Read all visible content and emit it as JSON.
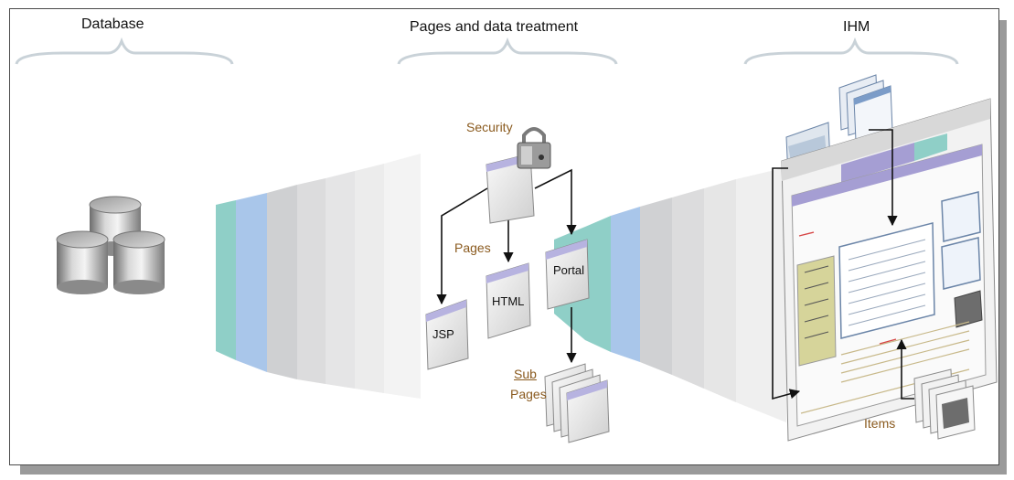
{
  "headings": {
    "database": "Database",
    "pages": "Pages and data treatment",
    "ihm": "IHM"
  },
  "labels": {
    "security": "Security",
    "pages": "Pages",
    "sub": "Sub",
    "sub_pages": "Pages",
    "items": "Items"
  },
  "tiles": {
    "jsp": "JSP",
    "html": "HTML",
    "portal": "Portal"
  },
  "colors": {
    "teal": "#8fcfc7",
    "blue": "#a9c6ea",
    "label_brown": "#8a5a1e",
    "frame_border": "#4a4a4a",
    "shadow": "#9a9a9a",
    "accent_purple": "#a59ed3",
    "panel_olive": "#d6d49a"
  }
}
